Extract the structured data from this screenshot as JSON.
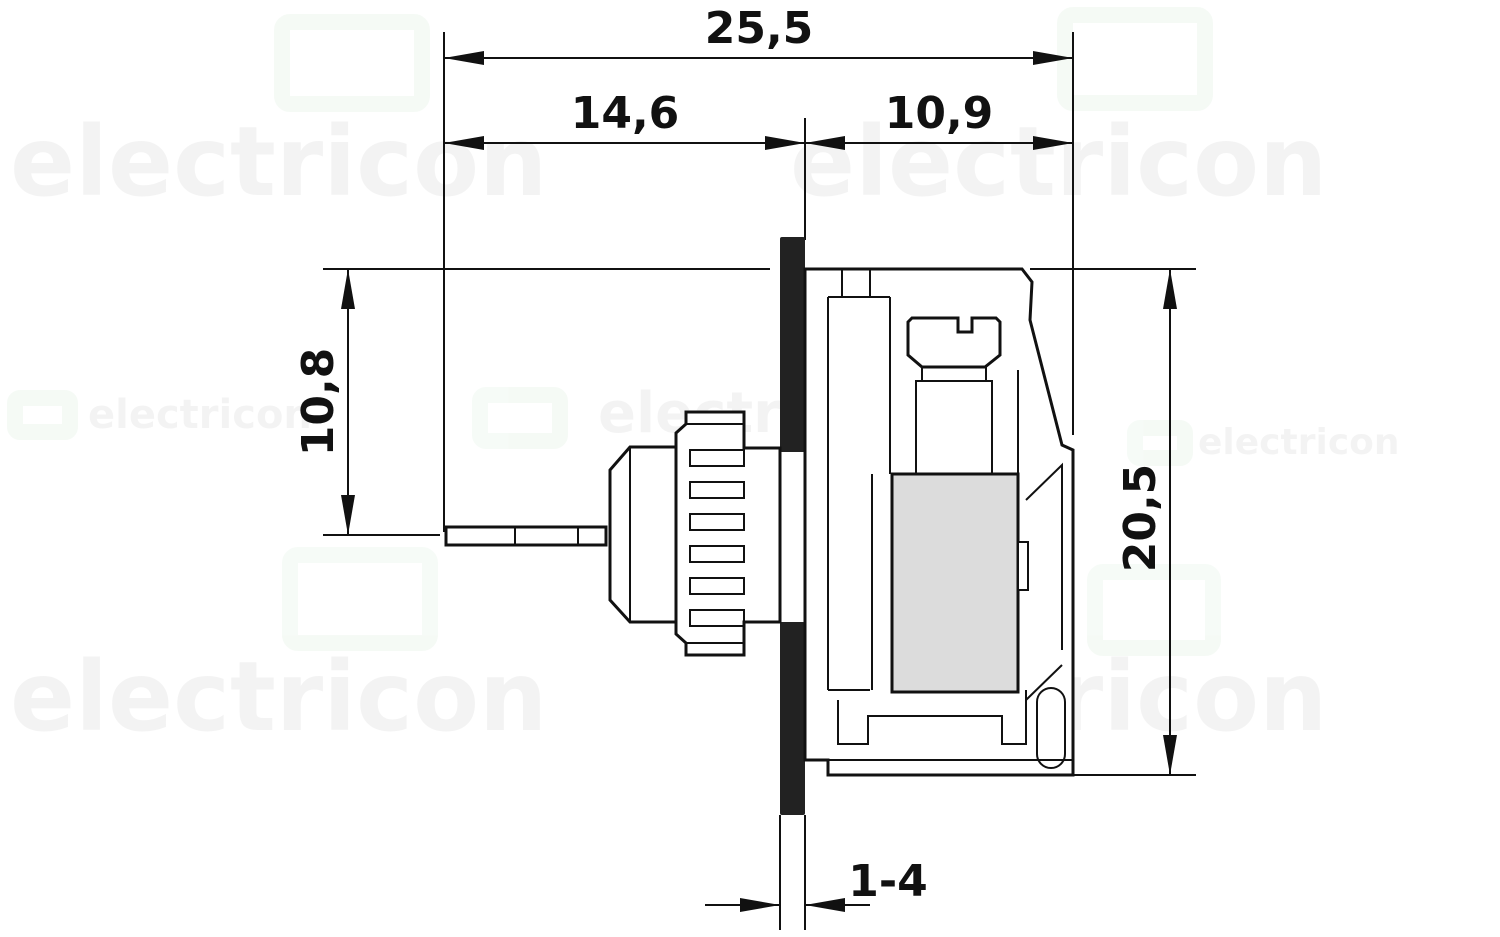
{
  "dimensions": {
    "overall_width": "25,5",
    "left_width": "14,6",
    "right_width": "10,9",
    "left_height": "10,8",
    "overall_height": "20,5",
    "panel_thickness": "1-4"
  },
  "watermark": {
    "brand": "electricon"
  },
  "colors": {
    "line": "#111111",
    "panel": "#222222",
    "terminal_fill": "#dcdcdc",
    "watermark_green": "#2e9b3a"
  }
}
